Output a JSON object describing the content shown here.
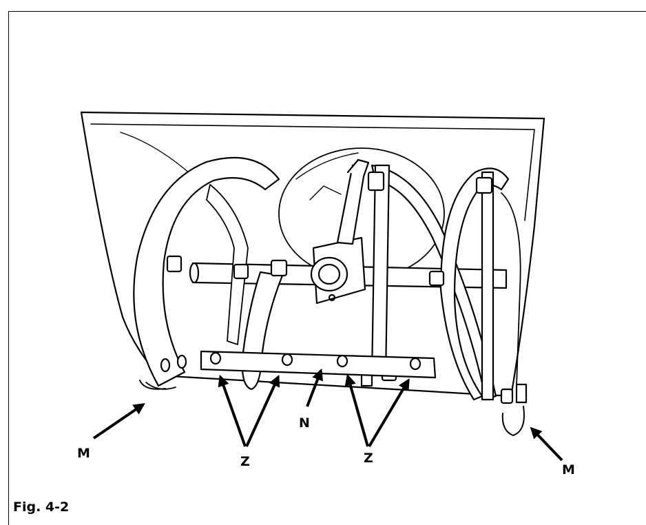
{
  "caption": "Fig. 4-2",
  "callouts": {
    "m_left": "M",
    "z_left": "Z",
    "n_center": "N",
    "z_right": "Z",
    "m_right": "M"
  }
}
